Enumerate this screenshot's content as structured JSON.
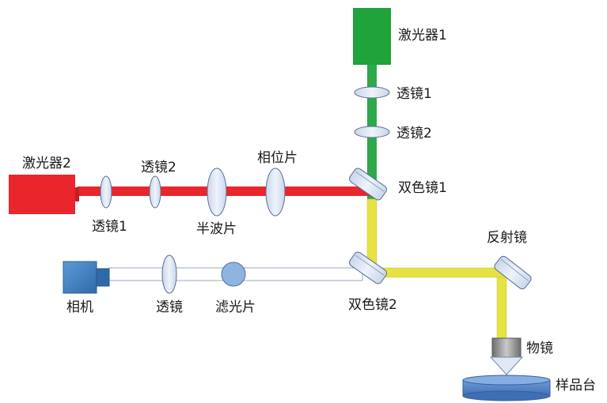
{
  "labels": {
    "laser1": "激光器1",
    "laser2": "激光器2",
    "lens1_green": "透镜1",
    "lens2_green": "透镜2",
    "lens1_red": "透镜1",
    "lens2_red": "透镜2",
    "half_wave_plate": "半波片",
    "phase_plate": "相位片",
    "dichroic1": "双色镜1",
    "dichroic2": "双色镜2",
    "mirror": "反射镜",
    "camera": "相机",
    "lens_camera": "透镜",
    "filter": "滤光片",
    "objective": "物镜",
    "sample_stage": "样品台"
  },
  "colors": {
    "laser1": "#1fa33a",
    "laser2": "#e8262b",
    "green_beam": "#2ea84a",
    "red_beam": "#e8262b",
    "yellow_beam": "#e6e243",
    "optic_fill": "#d6e0f0",
    "optic_stroke": "#5a6f93",
    "camera": "#3d7bbf",
    "stage": "#4d7fc4"
  }
}
